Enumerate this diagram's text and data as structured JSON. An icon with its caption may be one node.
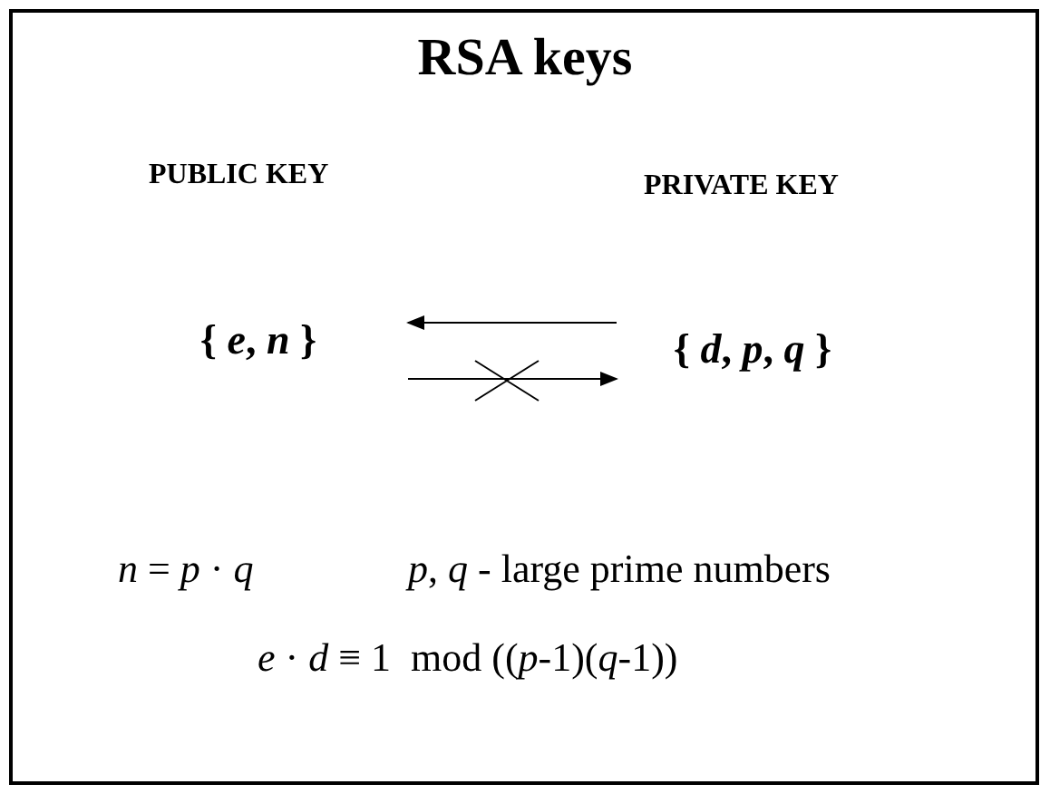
{
  "diagram": {
    "title": "RSA keys",
    "nodes": [
      {
        "text": [
          "{ *e*, *n* }"
        ]
      },
      {
        "text": [
          "{ *d*, *p*, *q* }"
        ]
      }
    ],
    "edges": [
      {
        "from": 1,
        "to": 0,
        "arrow": "to"
      },
      {
        "from": 0,
        "to": 1,
        "arrow": "to"
      }
    ],
    "labels": [
      "PUBLIC KEY",
      "PRIVATE KEY",
      "*n* = *p* · *q*",
      "*p*, *q* - large prime numbers",
      "*e* · *d* ≡ 1  mod ((*p*-1)(*q*-1))"
    ]
  }
}
